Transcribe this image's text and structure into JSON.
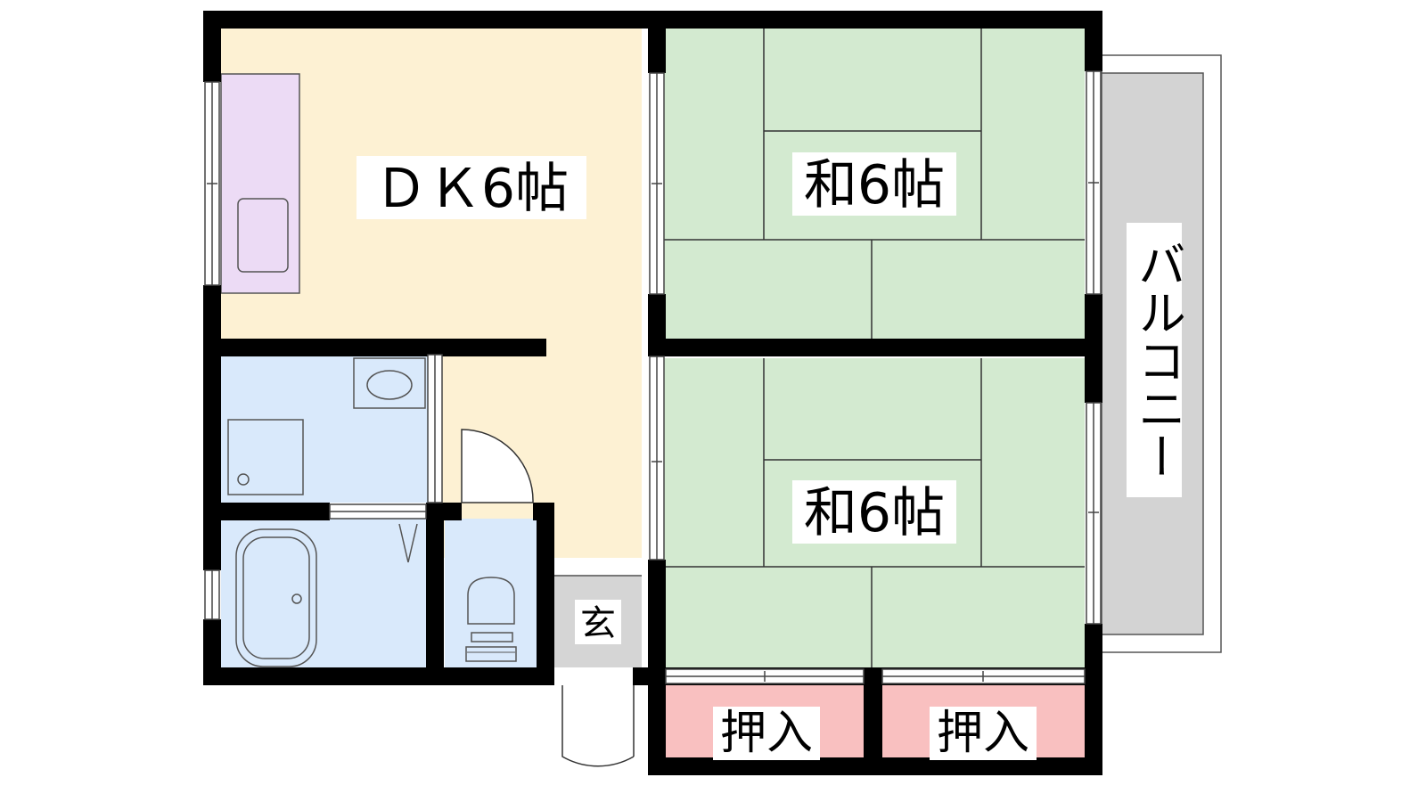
{
  "rooms": {
    "dk": {
      "label": "ＤＫ6帖"
    },
    "washitsu_upper": {
      "label": "和6帖"
    },
    "washitsu_lower": {
      "label": "和6帖"
    },
    "entrance": {
      "label": "玄"
    },
    "closet_left": {
      "label": "押入"
    },
    "closet_right": {
      "label": "押入"
    },
    "balcony": {
      "label": "バルコニー"
    }
  },
  "colors": {
    "dk": "#fdf1d3",
    "washitsu": "#d3ead0",
    "wet_area": "#d9e9fb",
    "kitchen": "#ecdbf5",
    "closet": "#f9c0c0",
    "entrance": "#d5d5d5",
    "balcony": "#d3d3d3",
    "wall": "#000000"
  }
}
